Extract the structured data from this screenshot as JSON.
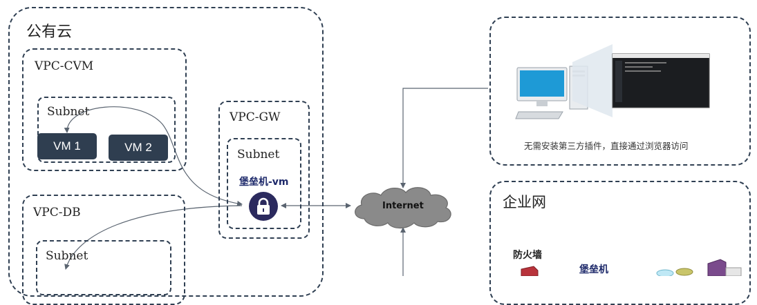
{
  "public_cloud": {
    "title": "公有云",
    "vpc_cvm": {
      "label": "VPC-CVM",
      "subnet": "Subnet",
      "vm1": "VM 1",
      "vm2": "VM 2"
    },
    "vpc_db": {
      "label": "VPC-DB",
      "subnet": "Subnet"
    },
    "vpc_gw": {
      "label": "VPC-GW",
      "subnet": "Subnet",
      "bastion_label": "堡垒机-vm"
    }
  },
  "internet": {
    "label": "Internet"
  },
  "browser_access": {
    "caption": "无需安装第三方插件，直接通过浏览器访问"
  },
  "enterprise": {
    "title": "企业网",
    "firewall_label": "防火墙",
    "bastion_label": "堡垒机"
  },
  "icons": [
    "lock-icon",
    "cloud-icon",
    "computer-icon",
    "monitor-icon",
    "firewall-icon",
    "database-icon",
    "server-icon"
  ],
  "colors": {
    "dashed_border": "#2f3f52",
    "vm_fill": "#2f3e50",
    "lock_fill": "#2b2a5e",
    "cloud_fill": "#8a8a8a"
  }
}
